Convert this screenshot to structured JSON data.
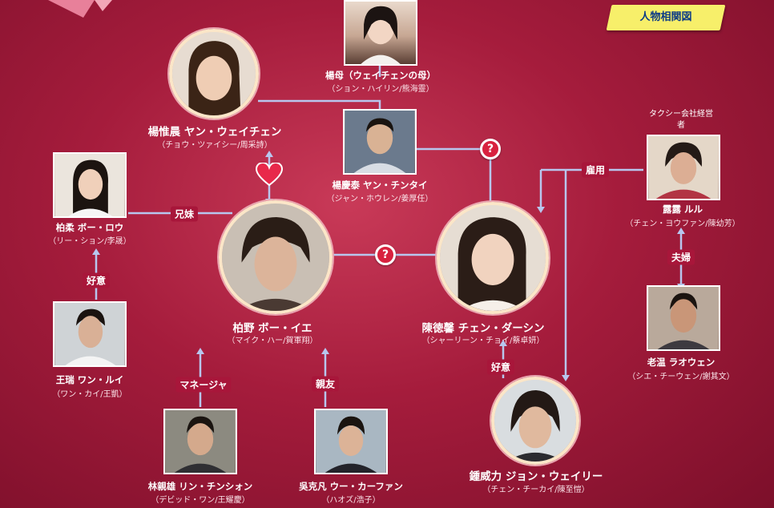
{
  "header": {
    "title": "人物相関図"
  },
  "characters": {
    "yang_mother": {
      "name": "楊母（ウェイチェンの母）",
      "sub": "（ション・ハイリン/熊海靈）",
      "icon": "portrait-icon"
    },
    "yang_weichen": {
      "name": "楊惟晨 ヤン・ウェイチェン",
      "sub": "（チョウ・ツァイシー/周采詩）",
      "icon": "portrait-icon"
    },
    "yang_qingtai": {
      "name": "楊慶泰 ヤン・チンタイ",
      "sub": "（ジャン・ホウレン/姜厚任）",
      "icon": "portrait-icon"
    },
    "taxi_owner": {
      "label": "タクシー会社経営者",
      "name": "露露 ルル",
      "sub": "（チェン・ヨウファン/陳幼芳）",
      "icon": "portrait-icon"
    },
    "bai_rou": {
      "name": "柏柔 ボー・ロウ",
      "sub": "（リー・ション/李晟）",
      "icon": "portrait-icon"
    },
    "bai_ye": {
      "name": "柏野 ボー・イエ",
      "sub": "（マイク・ハー/賀軍翔）",
      "icon": "portrait-icon"
    },
    "chen_dexin": {
      "name": "陳徳馨 チェン・ダーシン",
      "sub": "（シャーリーン・チョイ/蔡卓妍）",
      "icon": "portrait-icon"
    },
    "lao_wen": {
      "name": "老温 ラオウェン",
      "sub": "（シエ・チーウェン/謝其文）",
      "icon": "portrait-icon"
    },
    "wang_rui": {
      "name": "王瑞 ワン・ルイ",
      "sub": "（ワン・カイ/王凱）",
      "icon": "portrait-icon"
    },
    "lin_qinxiong": {
      "name": "林親雄 リン・チンシォン",
      "sub": "（デビッド・ワン/王耀慶）",
      "icon": "portrait-icon"
    },
    "wu_kefan": {
      "name": "吳克凡 ウー・カーファン",
      "sub": "（ハオズ/浩子）",
      "icon": "portrait-icon"
    },
    "zhong_weili": {
      "name": "鍾威力 ジョン・ウェイリー",
      "sub": "（チェン・チーカイ/陳至愷）",
      "icon": "portrait-icon"
    }
  },
  "relations": {
    "siblings": "兄妹",
    "employs": "雇用",
    "married": "夫婦",
    "likes_left": "好意",
    "manager": "マネージャ",
    "best_friend": "親友",
    "likes_right": "好意",
    "unknown_mark": "?"
  },
  "colors": {
    "background": "#a51c3c",
    "line": "#b8c6ee",
    "tag_bg": "#f7ef6a",
    "tag_text": "#0b3a86",
    "question_bg": "#d8223f",
    "heart": "#e8284a"
  }
}
